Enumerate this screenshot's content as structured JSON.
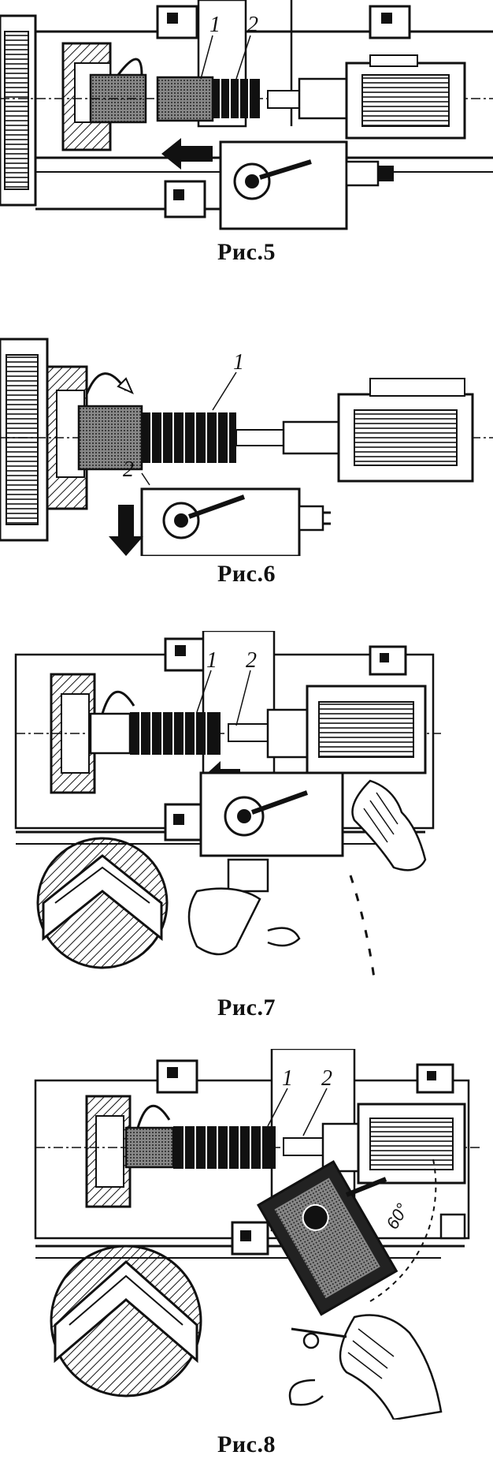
{
  "figures": [
    {
      "id": "fig5",
      "caption": "Рис.5",
      "callouts": [
        "1",
        "2"
      ]
    },
    {
      "id": "fig6",
      "caption": "Рис.6",
      "callouts": [
        "1",
        "2"
      ]
    },
    {
      "id": "fig7",
      "caption": "Рис.7",
      "callouts": [
        "1",
        "2"
      ]
    },
    {
      "id": "fig8",
      "caption": "Рис.8",
      "callouts": [
        "1",
        "2"
      ],
      "angle_label": "60°"
    }
  ],
  "colors": {
    "ink": "#111111",
    "paper": "#ffffff",
    "shade": "#555555",
    "light": "#d9d9d9"
  }
}
